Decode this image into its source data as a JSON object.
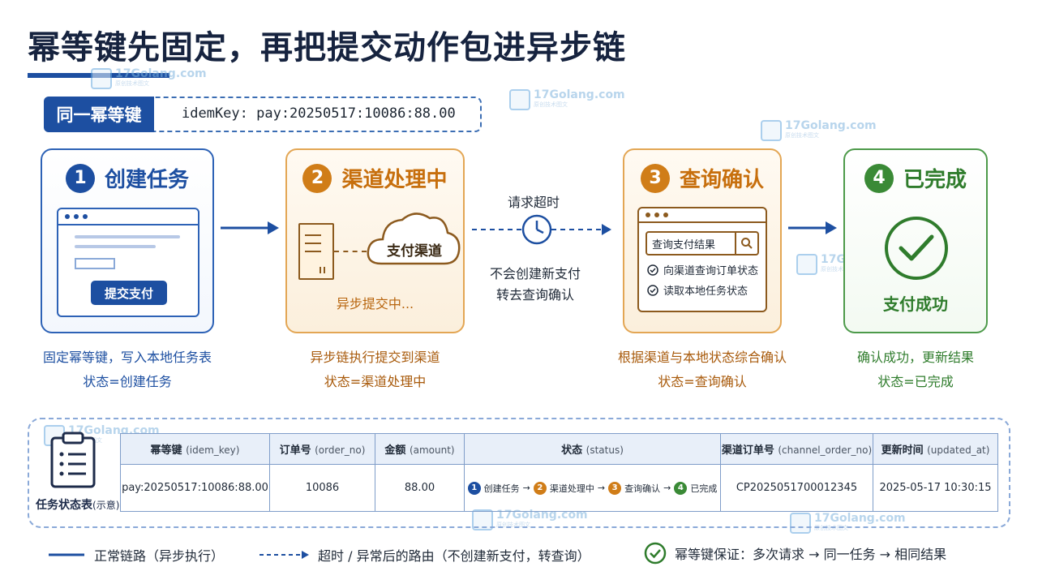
{
  "title": "幂等键先固定，再把提交动作包进异步链",
  "watermark": {
    "text": "17Golang.com",
    "sub": "原创技术图文"
  },
  "idem": {
    "label": "同一幂等键",
    "value": "idemKey: pay:20250517:10086:88.00"
  },
  "steps": [
    {
      "num": "1",
      "title": "创建任务",
      "button": "提交支付",
      "caption1": "固定幂等键，写入本地任务表",
      "caption2": "状态=创建任务"
    },
    {
      "num": "2",
      "title": "渠道处理中",
      "cloud": "支付渠道",
      "status": "异步提交中...",
      "caption1": "异步链执行提交到渠道",
      "caption2": "状态=渠道处理中"
    },
    {
      "num": "3",
      "title": "查询确认",
      "search": "查询支付结果",
      "checks": [
        "向渠道查询订单状态",
        "读取本地任务状态"
      ],
      "caption1": "根据渠道与本地状态综合确认",
      "caption2": "状态=查询确认"
    },
    {
      "num": "4",
      "title": "已完成",
      "result": "支付成功",
      "caption1": "确认成功，更新结果",
      "caption2": "状态=已完成"
    }
  ],
  "timeout": {
    "label": "请求超时",
    "note1": "不会创建新支付",
    "note2": "转去查询确认"
  },
  "table": {
    "label": "任务状态表",
    "label_suffix": "示意",
    "headers": [
      {
        "zh": "幂等键",
        "en": "(idem_key)"
      },
      {
        "zh": "订单号",
        "en": "(order_no)"
      },
      {
        "zh": "金额",
        "en": "(amount)"
      },
      {
        "zh": "状态",
        "en": "(status)"
      },
      {
        "zh": "渠道订单号",
        "en": "(channel_order_no)"
      },
      {
        "zh": "更新时间",
        "en": "(updated_at)"
      }
    ],
    "row": {
      "idem_key": "pay:20250517:10086:88.00",
      "order_no": "10086",
      "amount": "88.00",
      "status_flow": [
        "创建任务",
        "渠道处理中",
        "查询确认",
        "已完成"
      ],
      "channel_order_no": "CP2025051700012345",
      "updated_at": "2025-05-17 10:30:15"
    }
  },
  "legend": {
    "normal": "正常链路（异步执行）",
    "abnormal": "超时 / 异常后的路由（不创建新支付，转查询）",
    "guarantee": "幂等键保证：多次请求 → 同一任务 → 相同结果"
  },
  "colors": {
    "blue": "#1d4fa1",
    "orange": "#d07d18",
    "green": "#3a8a36",
    "brown": "#8c5a1e"
  }
}
